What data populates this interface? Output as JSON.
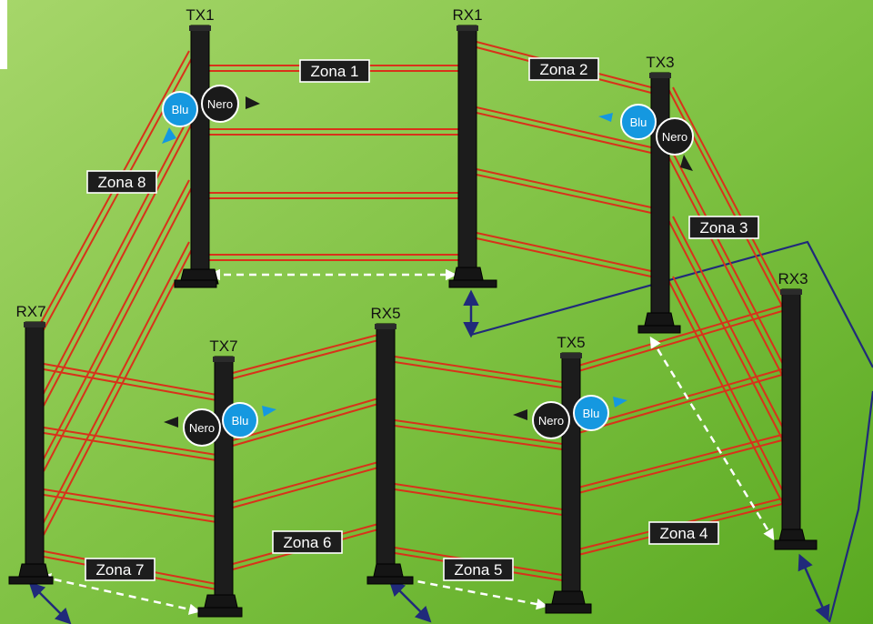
{
  "posts": {
    "tx1": "TX1",
    "rx1": "RX1",
    "tx3": "TX3",
    "rx3": "RX3",
    "tx5": "TX5",
    "rx5": "RX5",
    "tx7": "TX7",
    "rx7": "RX7"
  },
  "zones": {
    "z1": "Zona 1",
    "z2": "Zona 2",
    "z3": "Zona 3",
    "z4": "Zona 4",
    "z5": "Zona 5",
    "z6": "Zona 6",
    "z7": "Zona 7",
    "z8": "Zona 8"
  },
  "wires": {
    "blue": "Blu",
    "black": "Nero"
  },
  "colors": {
    "background_start": "#9ed060",
    "background_end": "#5fad25",
    "beam": "#d8321a",
    "post": "#1c1c1c",
    "blue_wire": "#1598e0",
    "black_wire": "#1a1a1a",
    "cable": "#202a7a"
  }
}
